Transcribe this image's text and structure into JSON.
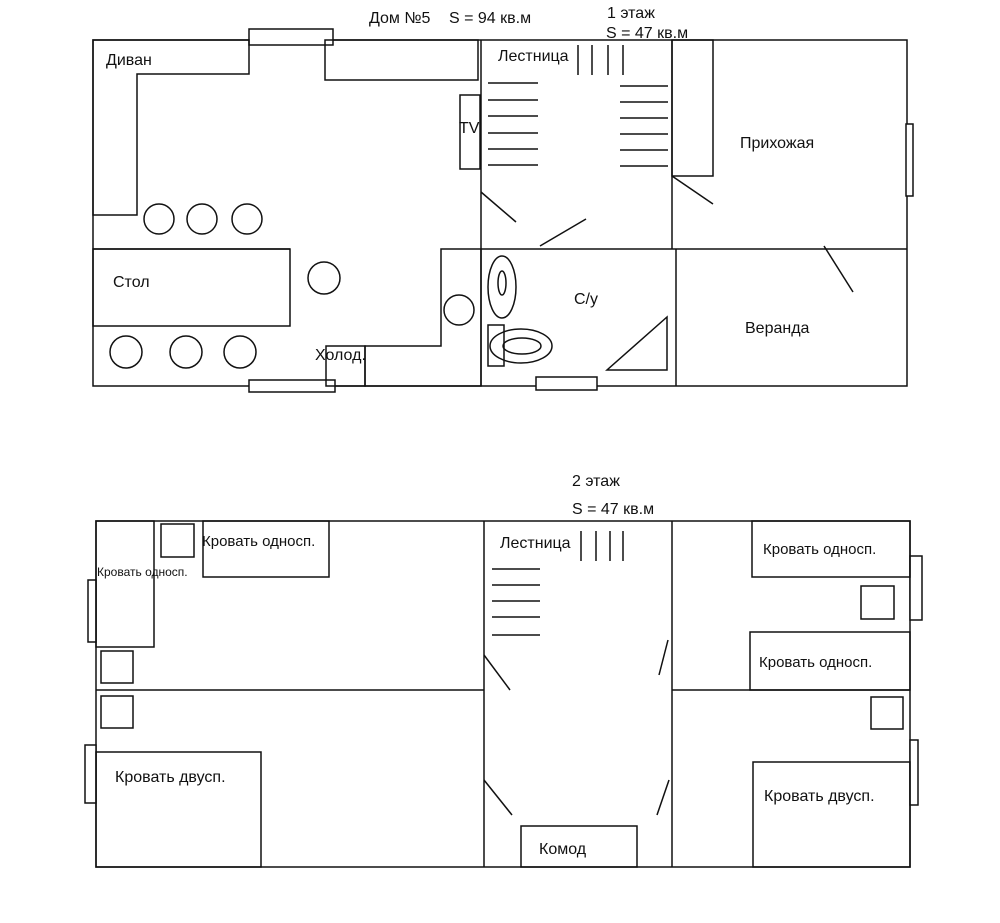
{
  "header": {
    "house_title": "Дом №5",
    "house_area": "S = 94 кв.м"
  },
  "floor1": {
    "label": "1 этаж",
    "area": "S = 47 кв.м",
    "rooms": {
      "sofa": "Диван",
      "stairs": "Лестница",
      "tv": "TV",
      "hallway": "Прихожая",
      "table": "Стол",
      "bathroom": "С/у",
      "veranda": "Веранда",
      "fridge": "Холод."
    }
  },
  "floor2": {
    "label": "2 этаж",
    "area": "S = 47 кв.м",
    "rooms": {
      "stairs": "Лестница",
      "single_bed": "Кровать односп.",
      "double_bed": "Кровать двусп.",
      "dresser": "Комод"
    }
  }
}
